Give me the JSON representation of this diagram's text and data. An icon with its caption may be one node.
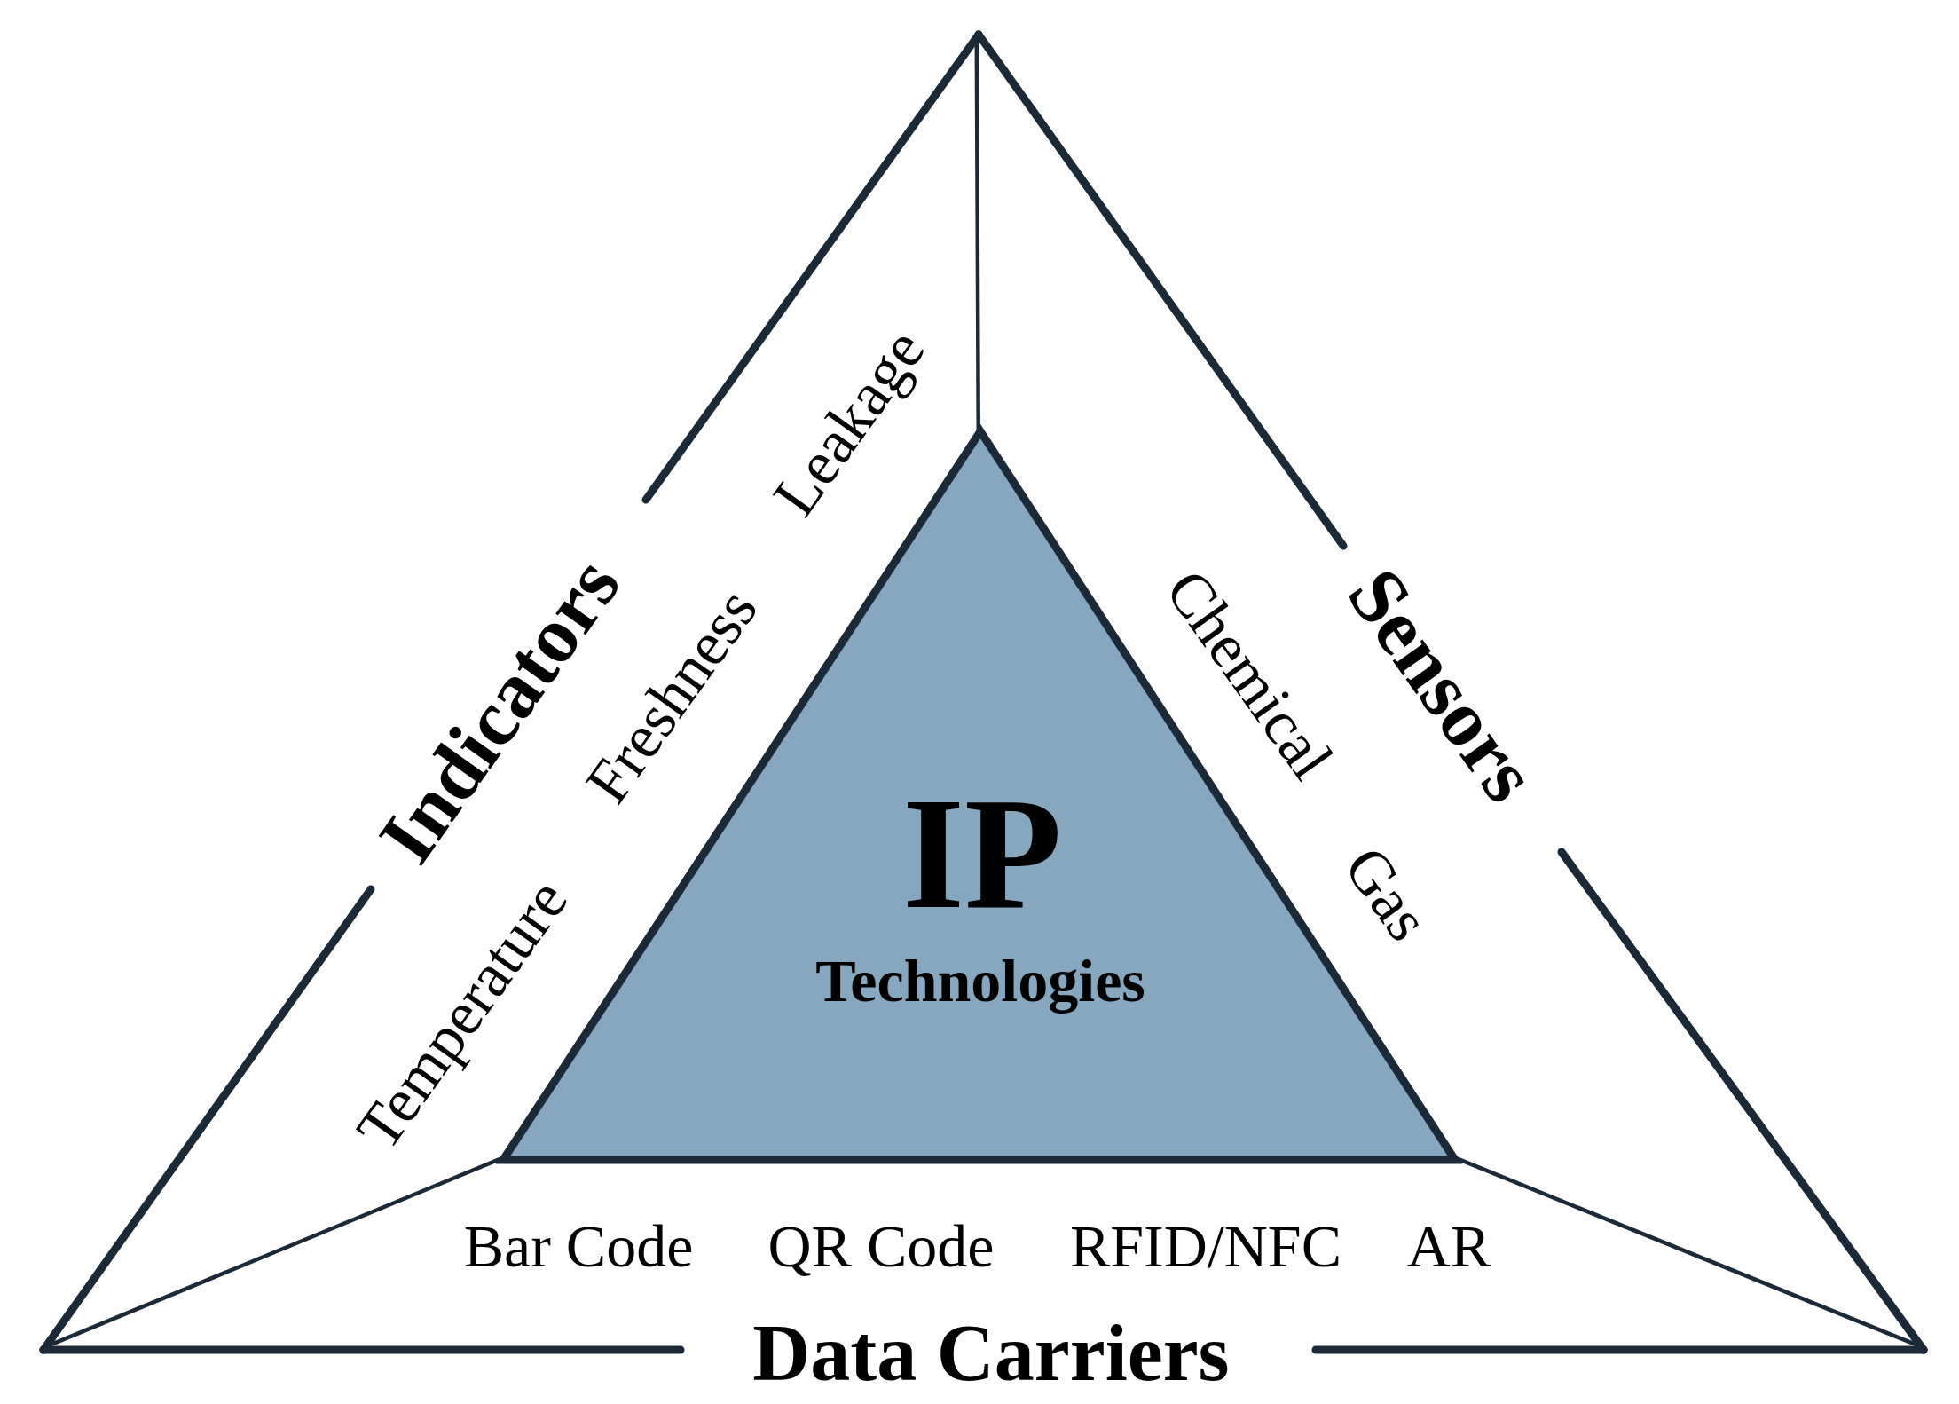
{
  "diagram": {
    "nodes": [
      {
        "text": [
          "Indicators",
          "Temperature",
          "Freshness",
          "Leakage"
        ]
      },
      {
        "text": [
          "Sensors",
          "Chemical",
          "Gas"
        ]
      },
      {
        "text": [
          "IP",
          "Technologies"
        ]
      },
      {
        "text": [
          "Data Carriers",
          "Bar Code",
          "QR Code",
          "RFID/NFC",
          "AR"
        ]
      }
    ]
  }
}
